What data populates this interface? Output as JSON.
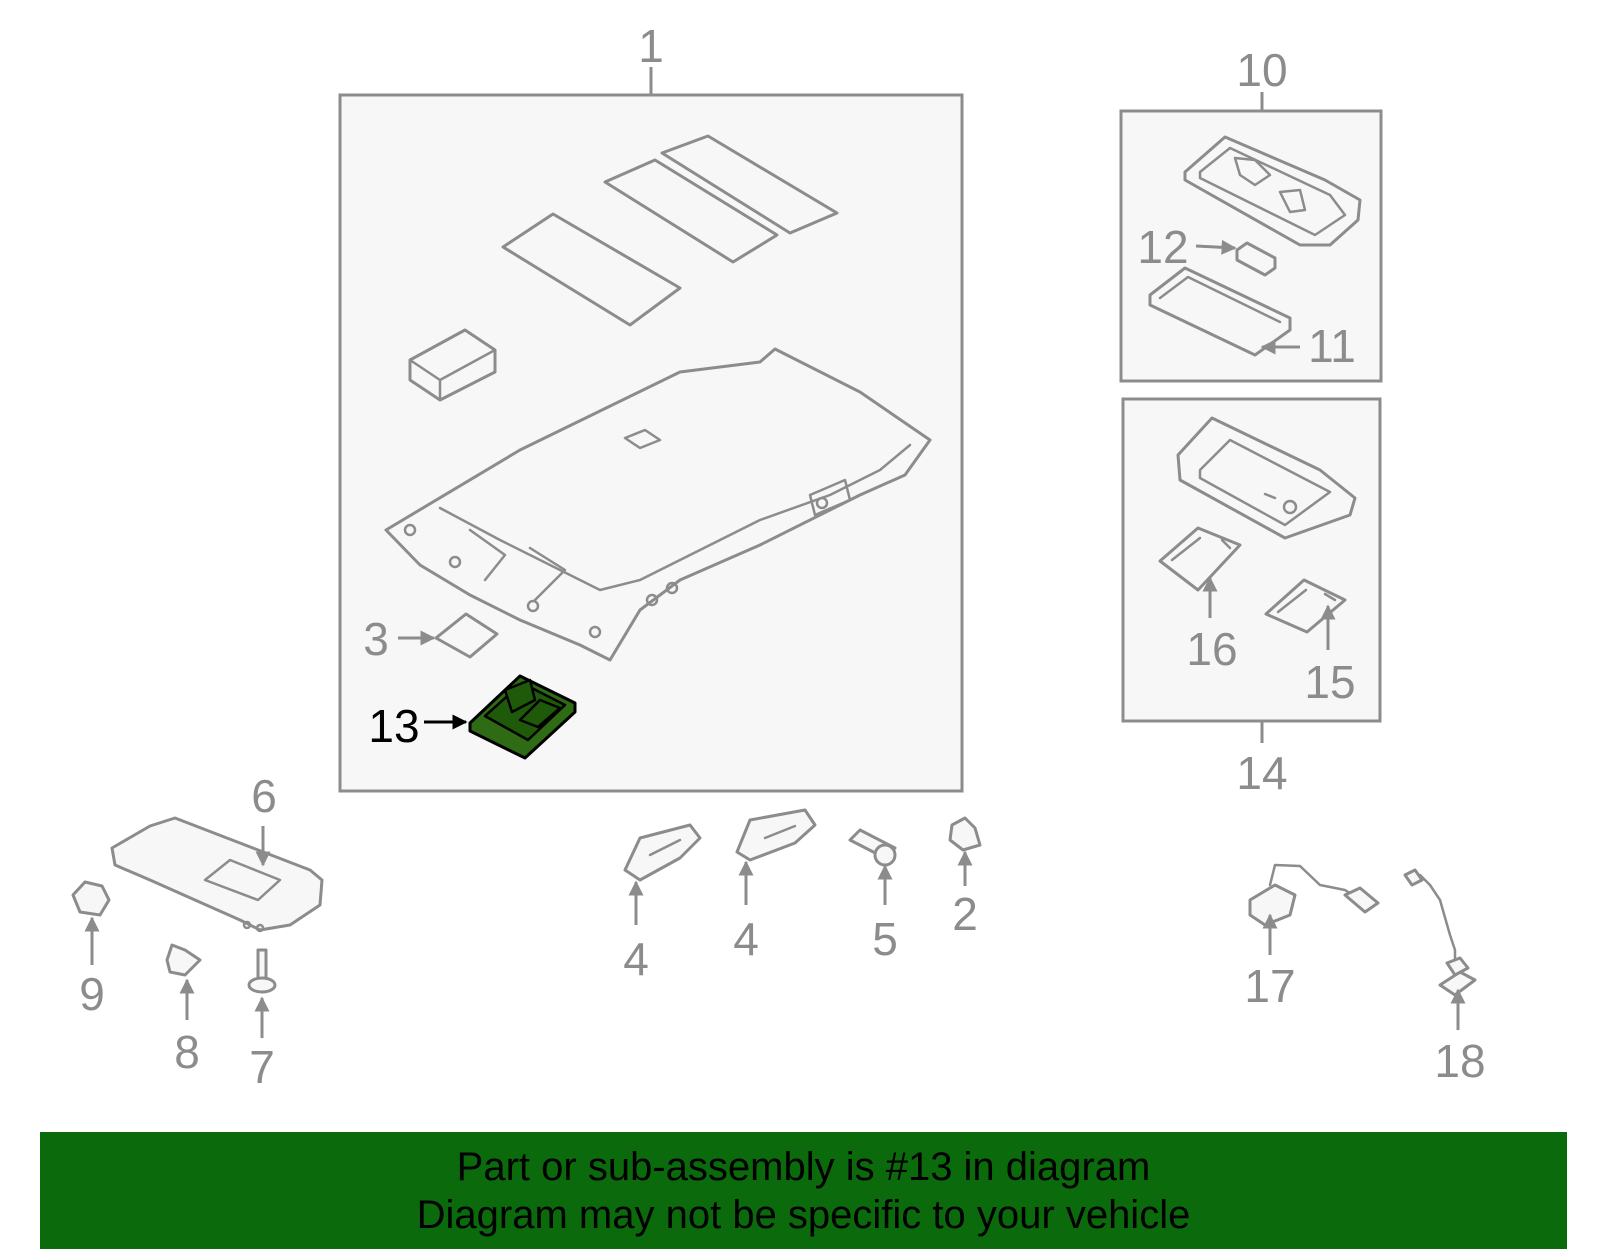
{
  "callouts": [
    "1",
    "2",
    "3",
    "4",
    "4",
    "5",
    "6",
    "7",
    "8",
    "9",
    "10",
    "11",
    "12",
    "13",
    "14",
    "15",
    "16",
    "17",
    "18"
  ],
  "highlight": {
    "part_number": "13",
    "color": "#2e6b14"
  },
  "banner": {
    "line1": "Part or sub-assembly is #13 in diagram",
    "line2": "Diagram may not be specific to your vehicle",
    "background": "#0b6a0b"
  }
}
